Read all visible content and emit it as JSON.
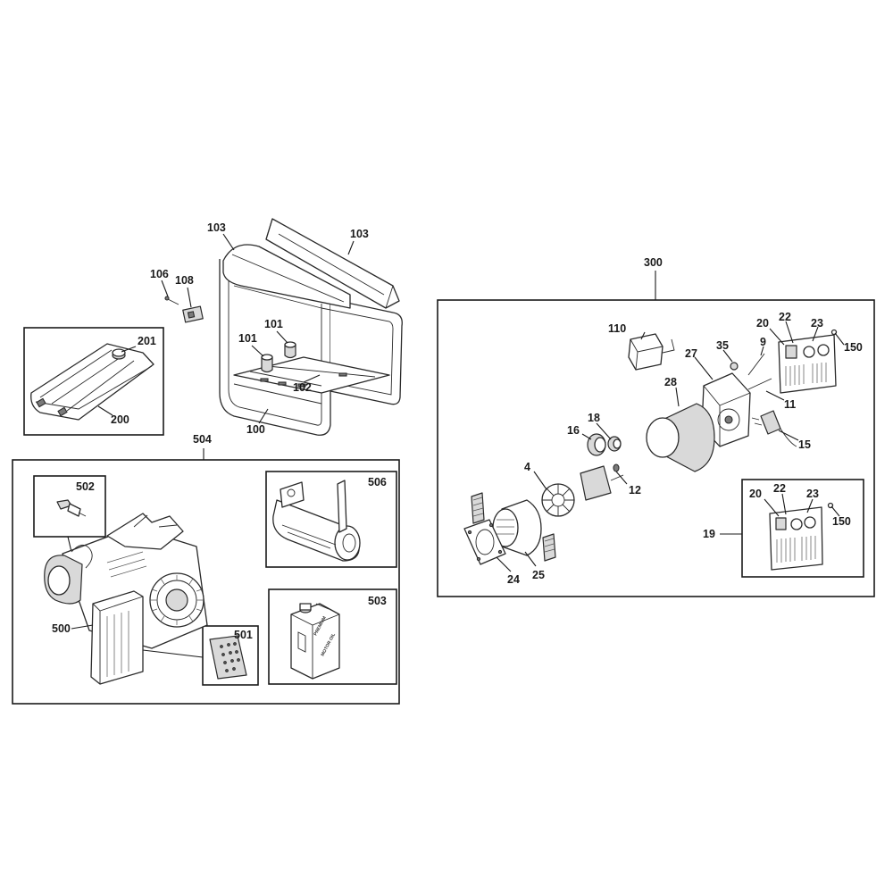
{
  "callouts": {
    "c100": "100",
    "c101a": "101",
    "c101b": "101",
    "c102": "102",
    "c103a": "103",
    "c103b": "103",
    "c106": "106",
    "c108": "108",
    "c200": "200",
    "c201": "201",
    "c300": "300",
    "c110": "110",
    "c35": "35",
    "c9": "9",
    "c27": "27",
    "c20a": "20",
    "c22a": "22",
    "c23a": "23",
    "c150a": "150",
    "c28": "28",
    "c11": "11",
    "c15": "15",
    "c16": "16",
    "c18": "18",
    "c4": "4",
    "c12": "12",
    "c24": "24",
    "c25": "25",
    "c19": "19",
    "c20b": "20",
    "c22b": "22",
    "c23b": "23",
    "c150b": "150",
    "c504": "504",
    "c502": "502",
    "c506": "506",
    "c503": "503",
    "c500": "500",
    "c501": "501"
  },
  "container_label": {
    "line1": "PREMIUM",
    "line2": "MOTOR OIL"
  }
}
